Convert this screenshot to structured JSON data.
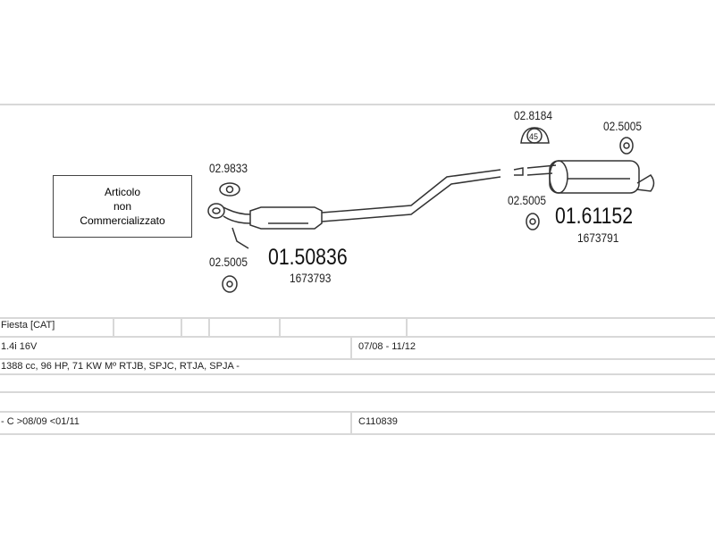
{
  "diagram": {
    "note": [
      "Articolo",
      "non",
      "Commercializzato"
    ],
    "parts": [
      {
        "code": "01.50836",
        "ref": "1673793"
      },
      {
        "code": "01.61152",
        "ref": "1673791"
      }
    ],
    "accessories": [
      "02.9833",
      "02.5005",
      "02.8184",
      "02.5005",
      "02.5005"
    ],
    "clamp_size": "45"
  },
  "table": {
    "model": "Fiesta  [CAT]",
    "engine": "1.4i 16V",
    "years": "07/08 - 11/12",
    "specs": "1388 cc, 96 HP, 71 KW  Mº RTJB, SPJC, RTJA, SPJA -",
    "note": "- C >08/09 <01/11",
    "code": "C110839"
  }
}
